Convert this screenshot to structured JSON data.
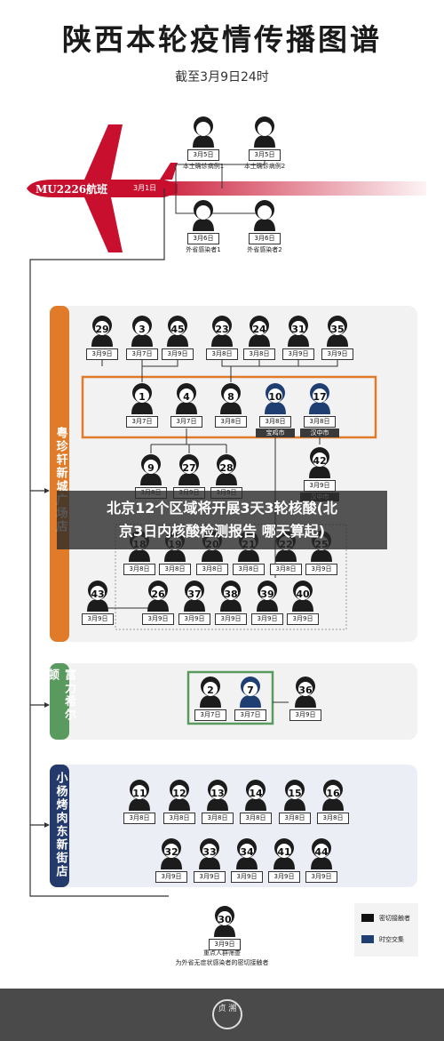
{
  "title": "陕西本轮疫情传播图谱",
  "subtitle": "截至3月9日24时",
  "flight": {
    "label": "MU2226航班",
    "date": "3月1日"
  },
  "colors": {
    "orange": "#e07b2a",
    "green": "#5b9a5f",
    "navy": "#233a6b",
    "person_black": "#1c1c1c",
    "person_blue": "#1f3f73"
  },
  "top_cases": [
    {
      "num": "",
      "date": "3月5日",
      "caption": "本土确诊病例1"
    },
    {
      "num": "",
      "date": "3月5日",
      "caption": "本土确诊病例2"
    },
    {
      "num": "",
      "date": "3月6日",
      "caption": "外省感染者1"
    },
    {
      "num": "",
      "date": "3月6日",
      "caption": "外省感染者2"
    }
  ],
  "groups": [
    {
      "label": "粤珍轩新城广场店"
    },
    {
      "label": "富力希尔顿"
    },
    {
      "label": "小杨烤肉东新街店"
    }
  ],
  "yuezhenxuan_cases": [
    {
      "num": "29",
      "date": "3月9日"
    },
    {
      "num": "3",
      "date": "3月7日"
    },
    {
      "num": "45",
      "date": "3月9日"
    },
    {
      "num": "23",
      "date": "3月8日"
    },
    {
      "num": "24",
      "date": "3月8日"
    },
    {
      "num": "31",
      "date": "3月9日"
    },
    {
      "num": "35",
      "date": "3月9日"
    },
    {
      "num": "1",
      "date": "3月7日"
    },
    {
      "num": "4",
      "date": "3月7日"
    },
    {
      "num": "8",
      "date": "3月8日"
    },
    {
      "num": "10",
      "date": "3月8日",
      "city": "宝鸡市"
    },
    {
      "num": "17",
      "date": "3月8日",
      "city": "汉中市"
    },
    {
      "num": "9",
      "date": "3月8日"
    },
    {
      "num": "27",
      "date": "3月9日"
    },
    {
      "num": "28",
      "date": "3月9日"
    },
    {
      "num": "42",
      "date": "3月9日",
      "city": "汉中市"
    },
    {
      "num": "18",
      "date": "3月8日"
    },
    {
      "num": "19",
      "date": "3月8日"
    },
    {
      "num": "20",
      "date": "3月8日"
    },
    {
      "num": "21",
      "date": "3月8日"
    },
    {
      "num": "22",
      "date": "3月8日"
    },
    {
      "num": "25",
      "date": "3月9日"
    },
    {
      "num": "43",
      "date": "3月9日"
    },
    {
      "num": "26",
      "date": "3月9日"
    },
    {
      "num": "37",
      "date": "3月9日"
    },
    {
      "num": "38",
      "date": "3月9日"
    },
    {
      "num": "39",
      "date": "3月9日"
    },
    {
      "num": "40",
      "date": "3月9日"
    }
  ],
  "hilton_cases": [
    {
      "num": "2",
      "date": "3月7日"
    },
    {
      "num": "7",
      "date": "3月7日"
    },
    {
      "num": "36",
      "date": "3月9日"
    }
  ],
  "xiaoyang_cases": [
    {
      "num": "11",
      "date": "3月8日"
    },
    {
      "num": "12",
      "date": "3月8日"
    },
    {
      "num": "13",
      "date": "3月8日"
    },
    {
      "num": "14",
      "date": "3月8日"
    },
    {
      "num": "15",
      "date": "3月8日"
    },
    {
      "num": "16",
      "date": "3月8日"
    },
    {
      "num": "32",
      "date": "3月9日"
    },
    {
      "num": "33",
      "date": "3月9日"
    },
    {
      "num": "34",
      "date": "3月9日"
    },
    {
      "num": "41",
      "date": "3月9日"
    },
    {
      "num": "44",
      "date": "3月9日"
    }
  ],
  "screening_case": {
    "num": "30",
    "date": "3月9日",
    "caption_1": "重点人群筛查",
    "caption_2": "为外省无症状感染者的密切接触者"
  },
  "legend": [
    {
      "label": "密切接触者",
      "color": "#111111"
    },
    {
      "label": "时空交集",
      "color": "#1f3f73"
    }
  ],
  "banner": {
    "line1": "北京12个区域将开展3天3轮核酸(北",
    "line2": "京3日内核酸检测报告 哪天算起)"
  },
  "footer": {
    "seal_text": "贞 溯"
  }
}
